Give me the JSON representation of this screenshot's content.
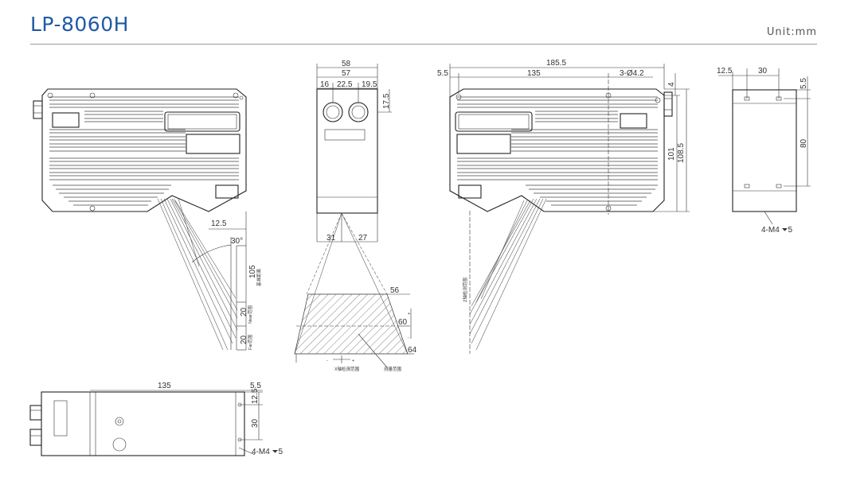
{
  "header": {
    "model": "LP-8060H",
    "unit": "Unit:mm"
  },
  "side_left": {
    "d_12_5": "12.5",
    "angle": "30°",
    "d_105": "105",
    "note_105": "基准距离",
    "d_20a": "20",
    "note_near": "Near范围",
    "d_20b": "20",
    "note_far": "Far范围"
  },
  "front": {
    "d_58": "58",
    "d_57": "57",
    "d_16": "16",
    "d_22_5": "22.5",
    "d_19_5": "19.5",
    "d_17_5": "17.5",
    "d_31": "31",
    "d_27": "27",
    "d_56": "56",
    "d_60": "60",
    "d_64": "64",
    "note_x": "X轴检测范围",
    "note_meas": "测量范围"
  },
  "side_right": {
    "d_185_5": "185.5",
    "d_5_5": "5.5",
    "d_135": "135",
    "hole": "3-Ø4.2",
    "d_4": "4",
    "d_101": "101",
    "d_108_5": "108.5",
    "note_z": "Z轴检测范围"
  },
  "end_view": {
    "d_12_5": "12.5",
    "d_30": "30",
    "d_5_5": "5.5",
    "d_80": "80",
    "thread": "4-M4 ⏷5"
  },
  "top_view": {
    "d_135": "135",
    "d_5_5": "5.5",
    "d_12_5": "12.5",
    "d_30": "30",
    "thread": "4-M4 ⏷5"
  }
}
